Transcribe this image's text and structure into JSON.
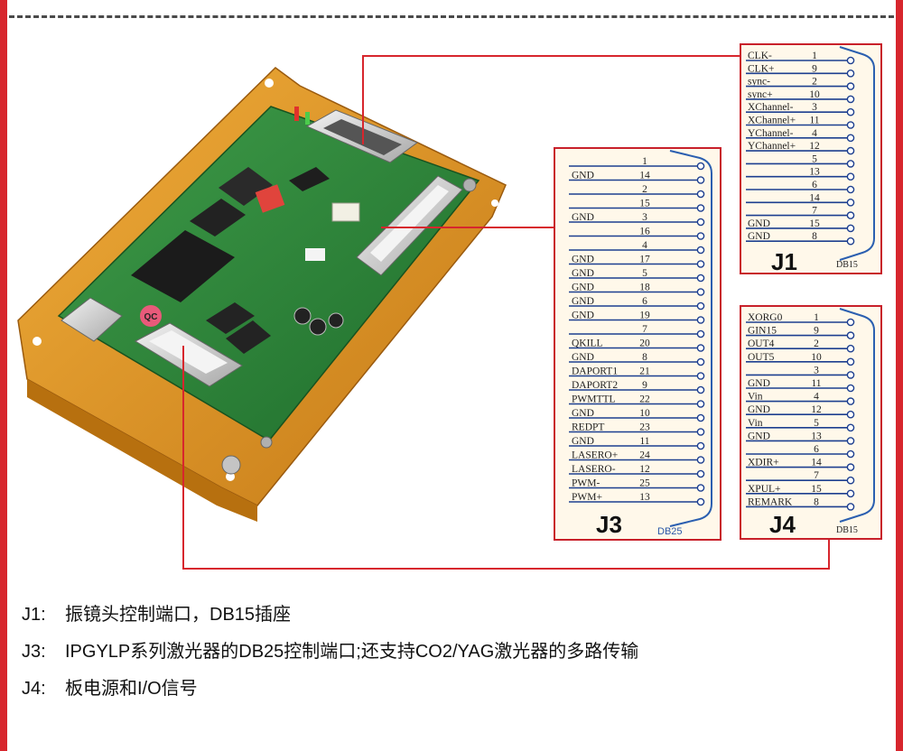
{
  "j1": {
    "title": "J1",
    "db": "DB15",
    "pins": [
      {
        "label": "CLK-",
        "num": "1"
      },
      {
        "label": "CLK+",
        "num": "9"
      },
      {
        "label": "sync-",
        "num": "2"
      },
      {
        "label": "sync+",
        "num": "10"
      },
      {
        "label": "XChannel-",
        "num": "3"
      },
      {
        "label": "XChannel+",
        "num": "11"
      },
      {
        "label": "YChannel-",
        "num": "4"
      },
      {
        "label": "YChannel+",
        "num": "12"
      },
      {
        "label": "",
        "num": "5"
      },
      {
        "label": "",
        "num": "13"
      },
      {
        "label": "",
        "num": "6"
      },
      {
        "label": "",
        "num": "14"
      },
      {
        "label": "",
        "num": "7"
      },
      {
        "label": "GND",
        "num": "15"
      },
      {
        "label": "GND",
        "num": "8"
      }
    ]
  },
  "j3": {
    "title": "J3",
    "db": "DB25",
    "pins": [
      {
        "label": "",
        "num": "1"
      },
      {
        "label": "GND",
        "num": "14"
      },
      {
        "label": "",
        "num": "2"
      },
      {
        "label": "",
        "num": "15"
      },
      {
        "label": "GND",
        "num": "3"
      },
      {
        "label": "",
        "num": "16"
      },
      {
        "label": "",
        "num": "4"
      },
      {
        "label": "GND",
        "num": "17"
      },
      {
        "label": "GND",
        "num": "5"
      },
      {
        "label": "GND",
        "num": "18"
      },
      {
        "label": "GND",
        "num": "6"
      },
      {
        "label": "GND",
        "num": "19"
      },
      {
        "label": "",
        "num": "7"
      },
      {
        "label": "QKILL",
        "num": "20"
      },
      {
        "label": "GND",
        "num": "8"
      },
      {
        "label": "DAPORT1",
        "num": "21"
      },
      {
        "label": "DAPORT2",
        "num": "9"
      },
      {
        "label": "PWMTTL",
        "num": "22"
      },
      {
        "label": "GND",
        "num": "10"
      },
      {
        "label": "REDPT",
        "num": "23"
      },
      {
        "label": "GND",
        "num": "11"
      },
      {
        "label": "LASERO+",
        "num": "24"
      },
      {
        "label": "LASERO-",
        "num": "12"
      },
      {
        "label": "PWM-",
        "num": "25"
      },
      {
        "label": "PWM+",
        "num": "13"
      }
    ]
  },
  "j4": {
    "title": "J4",
    "db": "DB15",
    "pins": [
      {
        "label": "XORG0",
        "num": "1"
      },
      {
        "label": "GIN15",
        "num": "9"
      },
      {
        "label": "OUT4",
        "num": "2"
      },
      {
        "label": "OUT5",
        "num": "10"
      },
      {
        "label": "",
        "num": "3"
      },
      {
        "label": "GND",
        "num": "11"
      },
      {
        "label": "Vin",
        "num": "4"
      },
      {
        "label": "GND",
        "num": "12"
      },
      {
        "label": "Vin",
        "num": "5"
      },
      {
        "label": "GND",
        "num": "13"
      },
      {
        "label": "",
        "num": "6"
      },
      {
        "label": "XDIR+",
        "num": "14"
      },
      {
        "label": "",
        "num": "7"
      },
      {
        "label": "XPUL+",
        "num": "15"
      },
      {
        "label": "REMARK",
        "num": "8"
      }
    ]
  },
  "board": {
    "badge": "QC"
  },
  "legend": [
    {
      "key": "J1:",
      "text": "振镜头控制端口，DB15插座"
    },
    {
      "key": "J3:",
      "text": "IPGYLP系列激光器的DB25控制端口;还支持CO2/YAG激光器的多路传输"
    },
    {
      "key": "J4:",
      "text": "板电源和I/O信号"
    }
  ],
  "colors": {
    "frame_red": "#d7262d",
    "panel_border": "#c8202a",
    "panel_fill": "#fff8ea",
    "leader_red": "#d7262d",
    "pcb_green": "#2e8a3b",
    "housing_orange": "#e39a2a"
  }
}
